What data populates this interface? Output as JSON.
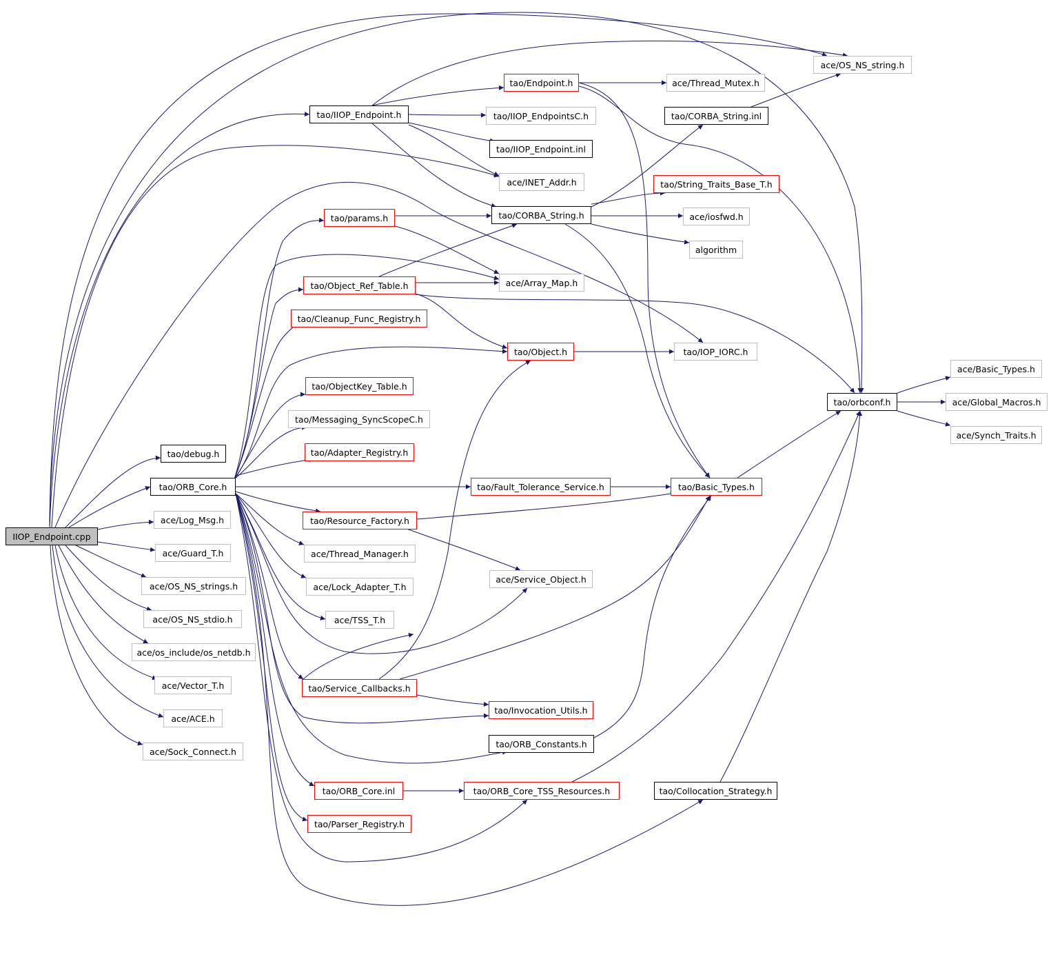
{
  "graph": {
    "edge_color": "#191970",
    "border_colors": {
      "black": "#000000",
      "red": "#ff0000",
      "gray": "#bfbfbf",
      "root_fill": "#bfbfbf"
    },
    "nodes": [
      {
        "id": "root",
        "label": "IIOP_Endpoint.cpp",
        "kind": "root"
      },
      {
        "id": "os_ns_string",
        "label": "ace/OS_NS_string.h",
        "kind": "gray"
      },
      {
        "id": "endpoint_h",
        "label": "tao/Endpoint.h",
        "kind": "red"
      },
      {
        "id": "thread_mutex",
        "label": "ace/Thread_Mutex.h",
        "kind": "gray"
      },
      {
        "id": "iiop_endpoint_h",
        "label": "tao/IIOP_Endpoint.h",
        "kind": "black"
      },
      {
        "id": "iiop_endpointsc",
        "label": "tao/IIOP_EndpointsC.h",
        "kind": "gray"
      },
      {
        "id": "corba_string_inl",
        "label": "tao/CORBA_String.inl",
        "kind": "black"
      },
      {
        "id": "iiop_endpoint_inl",
        "label": "tao/IIOP_Endpoint.inl",
        "kind": "black"
      },
      {
        "id": "inet_addr",
        "label": "ace/INET_Addr.h",
        "kind": "gray"
      },
      {
        "id": "string_traits",
        "label": "tao/String_Traits_Base_T.h",
        "kind": "red"
      },
      {
        "id": "params",
        "label": "tao/params.h",
        "kind": "red"
      },
      {
        "id": "corba_string_h",
        "label": "tao/CORBA_String.h",
        "kind": "black"
      },
      {
        "id": "iosfwd",
        "label": "ace/iosfwd.h",
        "kind": "gray"
      },
      {
        "id": "algorithm",
        "label": "algorithm",
        "kind": "gray"
      },
      {
        "id": "object_ref_table",
        "label": "tao/Object_Ref_Table.h",
        "kind": "red"
      },
      {
        "id": "array_map",
        "label": "ace/Array_Map.h",
        "kind": "gray"
      },
      {
        "id": "cleanup_func",
        "label": "tao/Cleanup_Func_Registry.h",
        "kind": "red"
      },
      {
        "id": "object_h",
        "label": "tao/Object.h",
        "kind": "red"
      },
      {
        "id": "iop_iorc",
        "label": "tao/IOP_IORC.h",
        "kind": "gray"
      },
      {
        "id": "objectkey_table",
        "label": "tao/ObjectKey_Table.h",
        "kind": "red"
      },
      {
        "id": "basic_types_ace",
        "label": "ace/Basic_Types.h",
        "kind": "gray"
      },
      {
        "id": "orbconf",
        "label": "tao/orbconf.h",
        "kind": "black"
      },
      {
        "id": "global_macros",
        "label": "ace/Global_Macros.h",
        "kind": "gray"
      },
      {
        "id": "messaging_sync",
        "label": "tao/Messaging_SyncScopeC.h",
        "kind": "gray"
      },
      {
        "id": "synch_traits",
        "label": "ace/Synch_Traits.h",
        "kind": "gray"
      },
      {
        "id": "debug_h",
        "label": "tao/debug.h",
        "kind": "black"
      },
      {
        "id": "adapter_registry",
        "label": "tao/Adapter_Registry.h",
        "kind": "red"
      },
      {
        "id": "orb_core_h",
        "label": "tao/ORB_Core.h",
        "kind": "black"
      },
      {
        "id": "fault_tolerance",
        "label": "tao/Fault_Tolerance_Service.h",
        "kind": "red"
      },
      {
        "id": "basic_types_tao",
        "label": "tao/Basic_Types.h",
        "kind": "red"
      },
      {
        "id": "log_msg",
        "label": "ace/Log_Msg.h",
        "kind": "gray"
      },
      {
        "id": "resource_factory",
        "label": "tao/Resource_Factory.h",
        "kind": "red"
      },
      {
        "id": "guard_t",
        "label": "ace/Guard_T.h",
        "kind": "gray"
      },
      {
        "id": "thread_manager",
        "label": "ace/Thread_Manager.h",
        "kind": "gray"
      },
      {
        "id": "service_object",
        "label": "ace/Service_Object.h",
        "kind": "gray"
      },
      {
        "id": "os_ns_strings",
        "label": "ace/OS_NS_strings.h",
        "kind": "gray"
      },
      {
        "id": "lock_adapter",
        "label": "ace/Lock_Adapter_T.h",
        "kind": "gray"
      },
      {
        "id": "os_ns_stdio",
        "label": "ace/OS_NS_stdio.h",
        "kind": "gray"
      },
      {
        "id": "tss_t",
        "label": "ace/TSS_T.h",
        "kind": "gray"
      },
      {
        "id": "os_netdb",
        "label": "ace/os_include/os_netdb.h",
        "kind": "gray"
      },
      {
        "id": "vector_t",
        "label": "ace/Vector_T.h",
        "kind": "gray"
      },
      {
        "id": "service_callbacks",
        "label": "tao/Service_Callbacks.h",
        "kind": "red"
      },
      {
        "id": "invocation_utils",
        "label": "tao/Invocation_Utils.h",
        "kind": "red"
      },
      {
        "id": "ace_h",
        "label": "ace/ACE.h",
        "kind": "gray"
      },
      {
        "id": "orb_constants",
        "label": "tao/ORB_Constants.h",
        "kind": "black"
      },
      {
        "id": "sock_connect",
        "label": "ace/Sock_Connect.h",
        "kind": "gray"
      },
      {
        "id": "orb_core_inl",
        "label": "tao/ORB_Core.inl",
        "kind": "red"
      },
      {
        "id": "orb_core_tss",
        "label": "tao/ORB_Core_TSS_Resources.h",
        "kind": "red"
      },
      {
        "id": "collocation",
        "label": "tao/Collocation_Strategy.h",
        "kind": "black"
      },
      {
        "id": "parser_registry",
        "label": "tao/Parser_Registry.h",
        "kind": "red"
      }
    ]
  }
}
